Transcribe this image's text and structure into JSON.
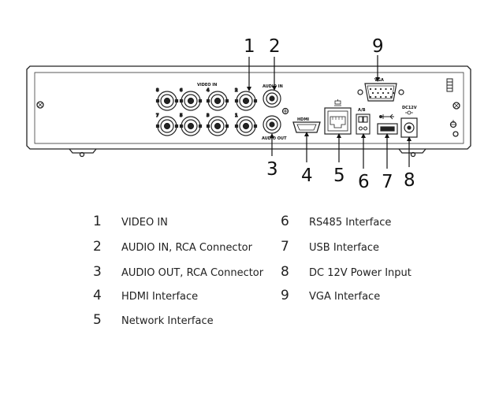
{
  "port_labels": {
    "video_in": "VIDEO IN",
    "audio_in": "AUDIO IN",
    "audio_out": "AUDIO OUT",
    "hdmi": "HDMI",
    "vga": "VGA",
    "rs485": "A/B",
    "power": "DC12V"
  },
  "channel_numbers": [
    "8",
    "6",
    "4",
    "2",
    "7",
    "5",
    "3",
    "1"
  ],
  "callouts": [
    "1",
    "2",
    "3",
    "4",
    "5",
    "6",
    "7",
    "8",
    "9"
  ],
  "legend": [
    {
      "num": "1",
      "text": "VIDEO IN"
    },
    {
      "num": "2",
      "text": "AUDIO IN, RCA Connector"
    },
    {
      "num": "3",
      "text": "AUDIO OUT, RCA Connector"
    },
    {
      "num": "4",
      "text": "HDMI Interface"
    },
    {
      "num": "5",
      "text": "Network Interface"
    },
    {
      "num": "6",
      "text": "RS485 Interface"
    },
    {
      "num": "7",
      "text": "USB Interface"
    },
    {
      "num": "8",
      "text": "DC 12V Power Input"
    },
    {
      "num": "9",
      "text": "VGA Interface"
    }
  ]
}
